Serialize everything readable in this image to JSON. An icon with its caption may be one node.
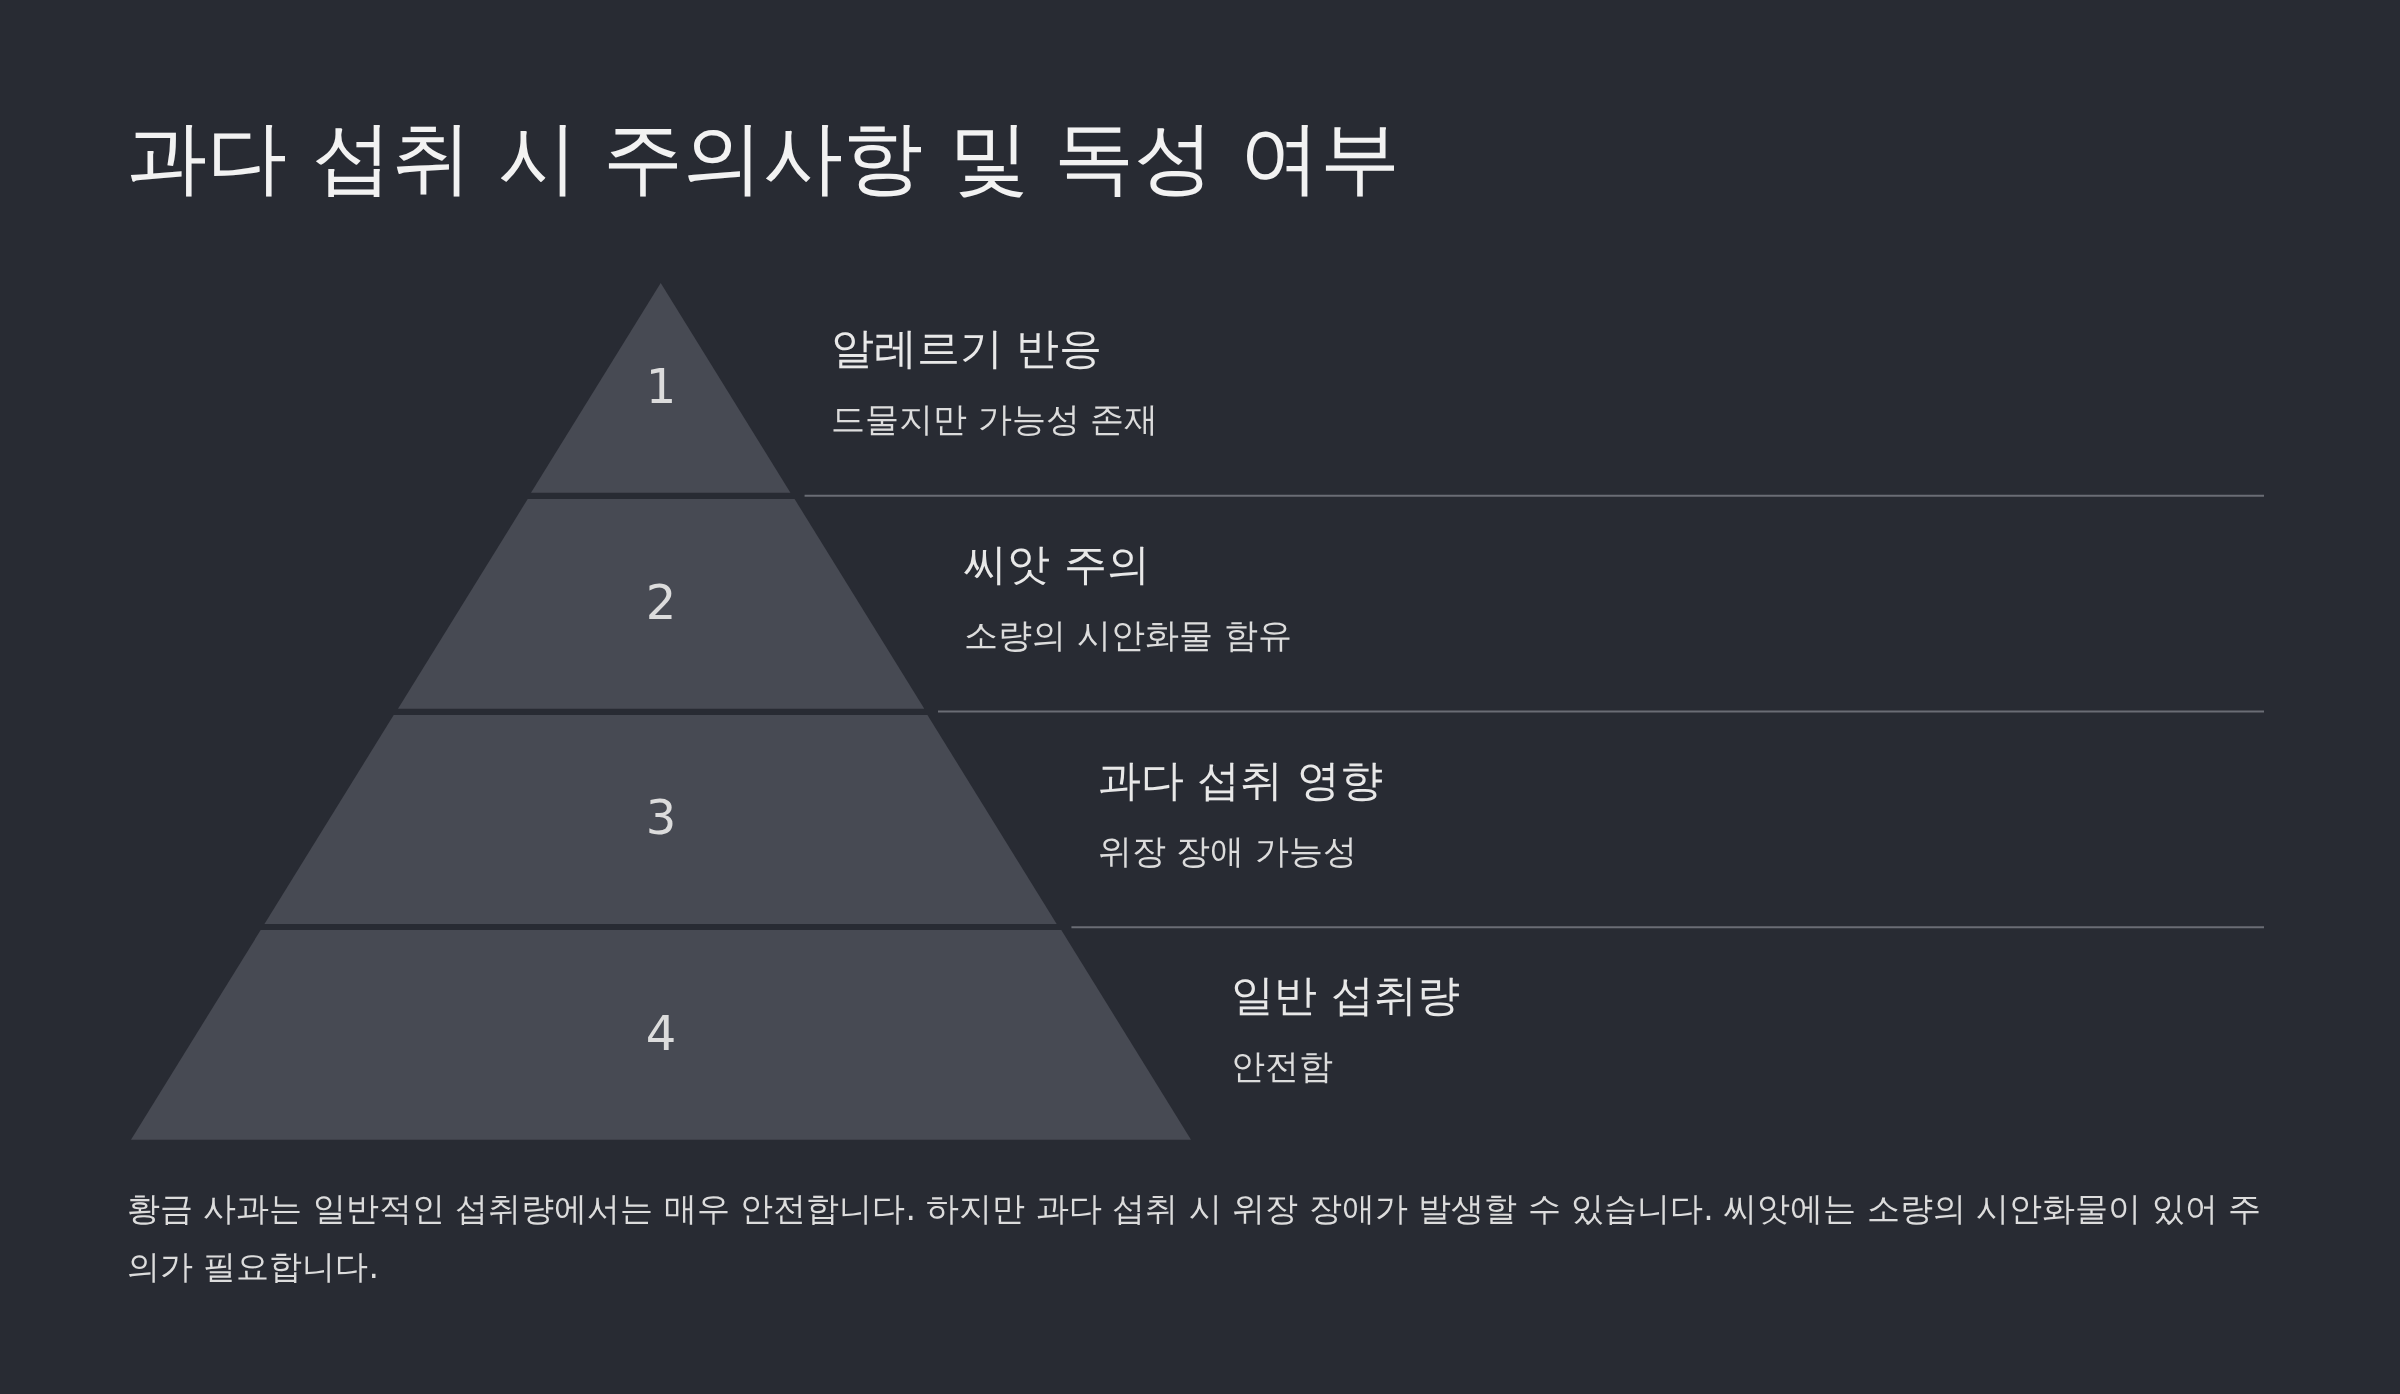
{
  "diagram": {
    "title": "과다 섭취 시 주의사항 및 독성 여부",
    "nodes": [
      {
        "text": [
          "1"
        ],
        "beside": [
          "알레르기 반응",
          "드물지만 가능성 존재"
        ]
      },
      {
        "text": [
          "2"
        ],
        "beside": [
          "씨앗 주의",
          "소량의 시안화물 함유"
        ]
      },
      {
        "text": [
          "3"
        ],
        "beside": [
          "과다 섭취 영향",
          "위장 장애 가능성"
        ]
      },
      {
        "text": [
          "4"
        ],
        "beside": [
          "일반 섭취량",
          "안전함"
        ]
      }
    ],
    "caption": "황금 사과는 일반적인 섭취량에서는 매우 안전합니다. 하지만 과다 섭취 시 위장 장애가 발생할 수 있습니다. 씨앗에는 소량의 시안화물이 있어 주의가 필요합니다."
  }
}
